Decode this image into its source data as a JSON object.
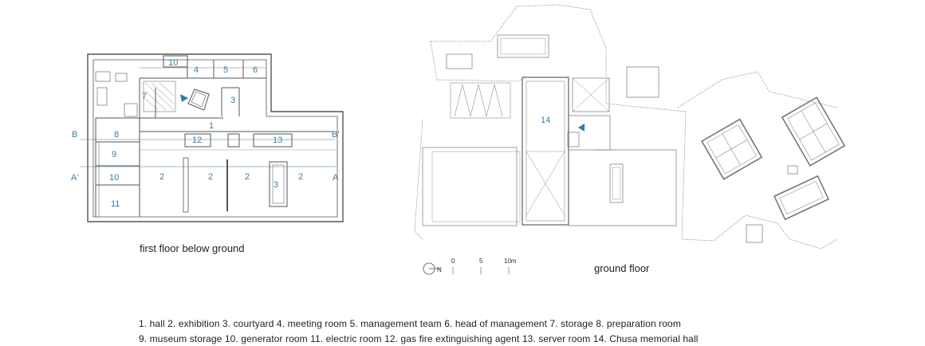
{
  "plan_left": {
    "caption": "first floor below ground",
    "rooms": {
      "r1": "1",
      "r2a": "2",
      "r2b": "2",
      "r2c": "2",
      "r2d": "2",
      "r3a": "3",
      "r3b": "3",
      "r4": "4",
      "r5": "5",
      "r6": "6",
      "r7": "7",
      "r8": "8",
      "r9": "9",
      "r10a": "10",
      "r10b": "10",
      "r11": "11",
      "r12": "12",
      "r13": "13"
    },
    "sections": {
      "b": "B",
      "b_prime": "B′",
      "a": "A",
      "a_prime": "A′"
    }
  },
  "plan_right": {
    "caption": "ground floor",
    "rooms": {
      "r14": "14"
    },
    "scale": {
      "s0": "0",
      "s5": "5",
      "s10": "10m",
      "north": "N"
    }
  },
  "legend": {
    "line1": "1. hall  2. exhibition  3. courtyard  4. meeting room  5. management team  6. head of management  7. storage  8. preparation room",
    "line2": "9. museum storage  10. generator room  11. electric room  12. gas fire extinguishing agent  13. server room  14. Chusa memorial hall"
  },
  "colors": {
    "label_blue": "#3c7fa6",
    "line": "#555555",
    "arrow": "#2f7fa8"
  }
}
